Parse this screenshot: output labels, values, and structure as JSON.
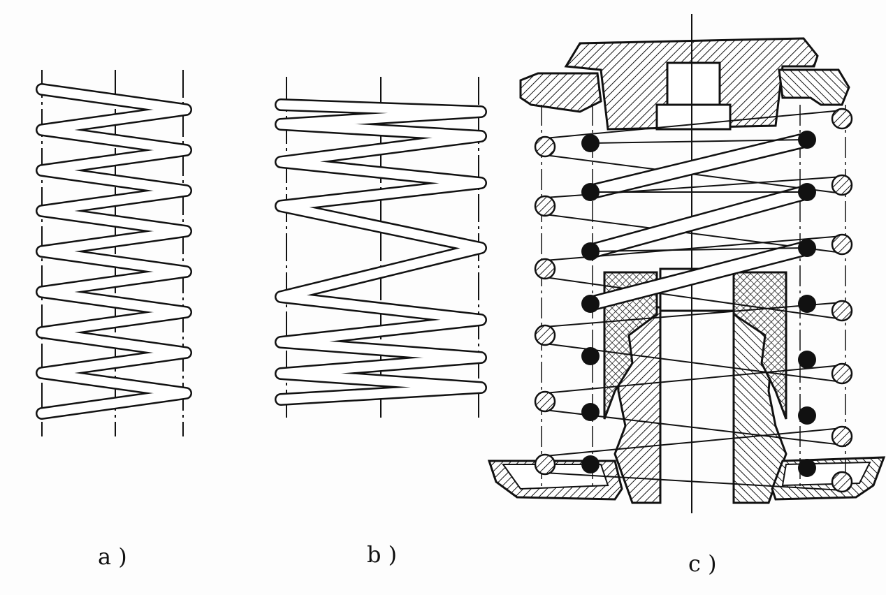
{
  "figure": {
    "labels": {
      "a": "a )",
      "b": "b )",
      "c": "c )"
    },
    "parts": [
      "spring-a",
      "spring-b",
      "spring-c-assembly"
    ],
    "colors": {
      "ink": "#111111",
      "paper": "#fdfdfd"
    }
  }
}
